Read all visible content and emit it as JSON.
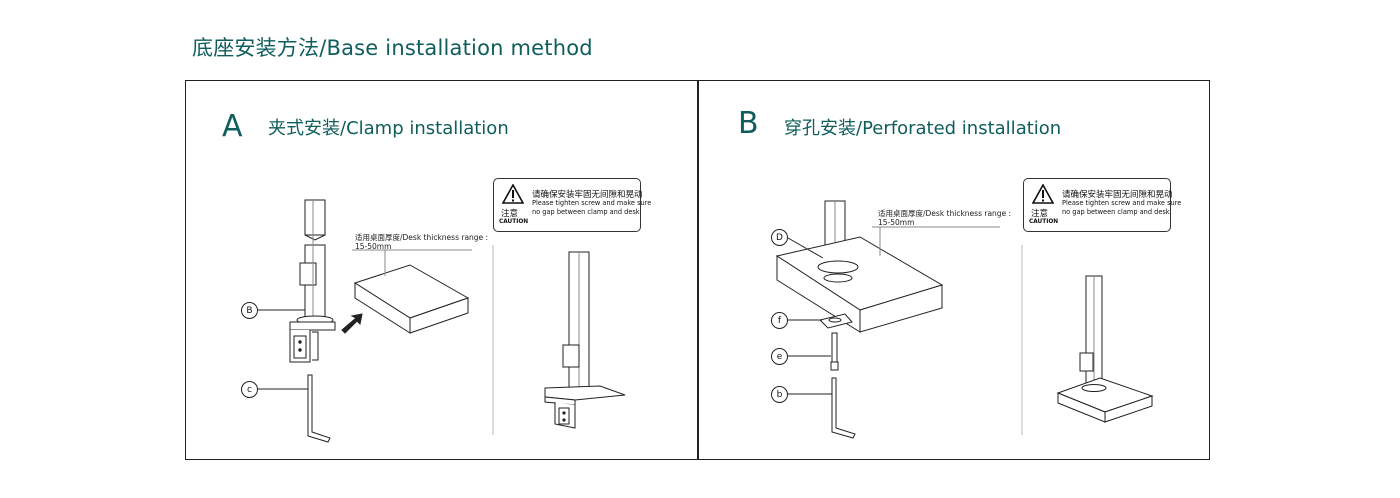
{
  "page_title": "底座安装方法/Base installation method",
  "section_a": {
    "letter": "A",
    "label": "夹式安装/Clamp installation",
    "desk_note_line1": "适用桌面厚度/Desk thickness range :",
    "desk_note_line2": "15-50mm",
    "callouts": [
      "B",
      "c"
    ]
  },
  "section_b": {
    "letter": "B",
    "label": "穿孔安装/Perforated installation",
    "desk_note_line1": "适用桌面厚度/Desk thickness range :",
    "desk_note_line2": "15-50mm",
    "callouts": [
      "D",
      "f",
      "e",
      "b"
    ]
  },
  "caution": {
    "cn_head": "请确保安装牢固无间隙和晃动",
    "en_line1": "Please tighten screw and make sure",
    "en_line2": "no gap between clamp and desk.",
    "cn_label": "注意",
    "en_label": "CAUTION"
  },
  "colors": {
    "accent": "#0f5d5c",
    "line": "#222222"
  }
}
